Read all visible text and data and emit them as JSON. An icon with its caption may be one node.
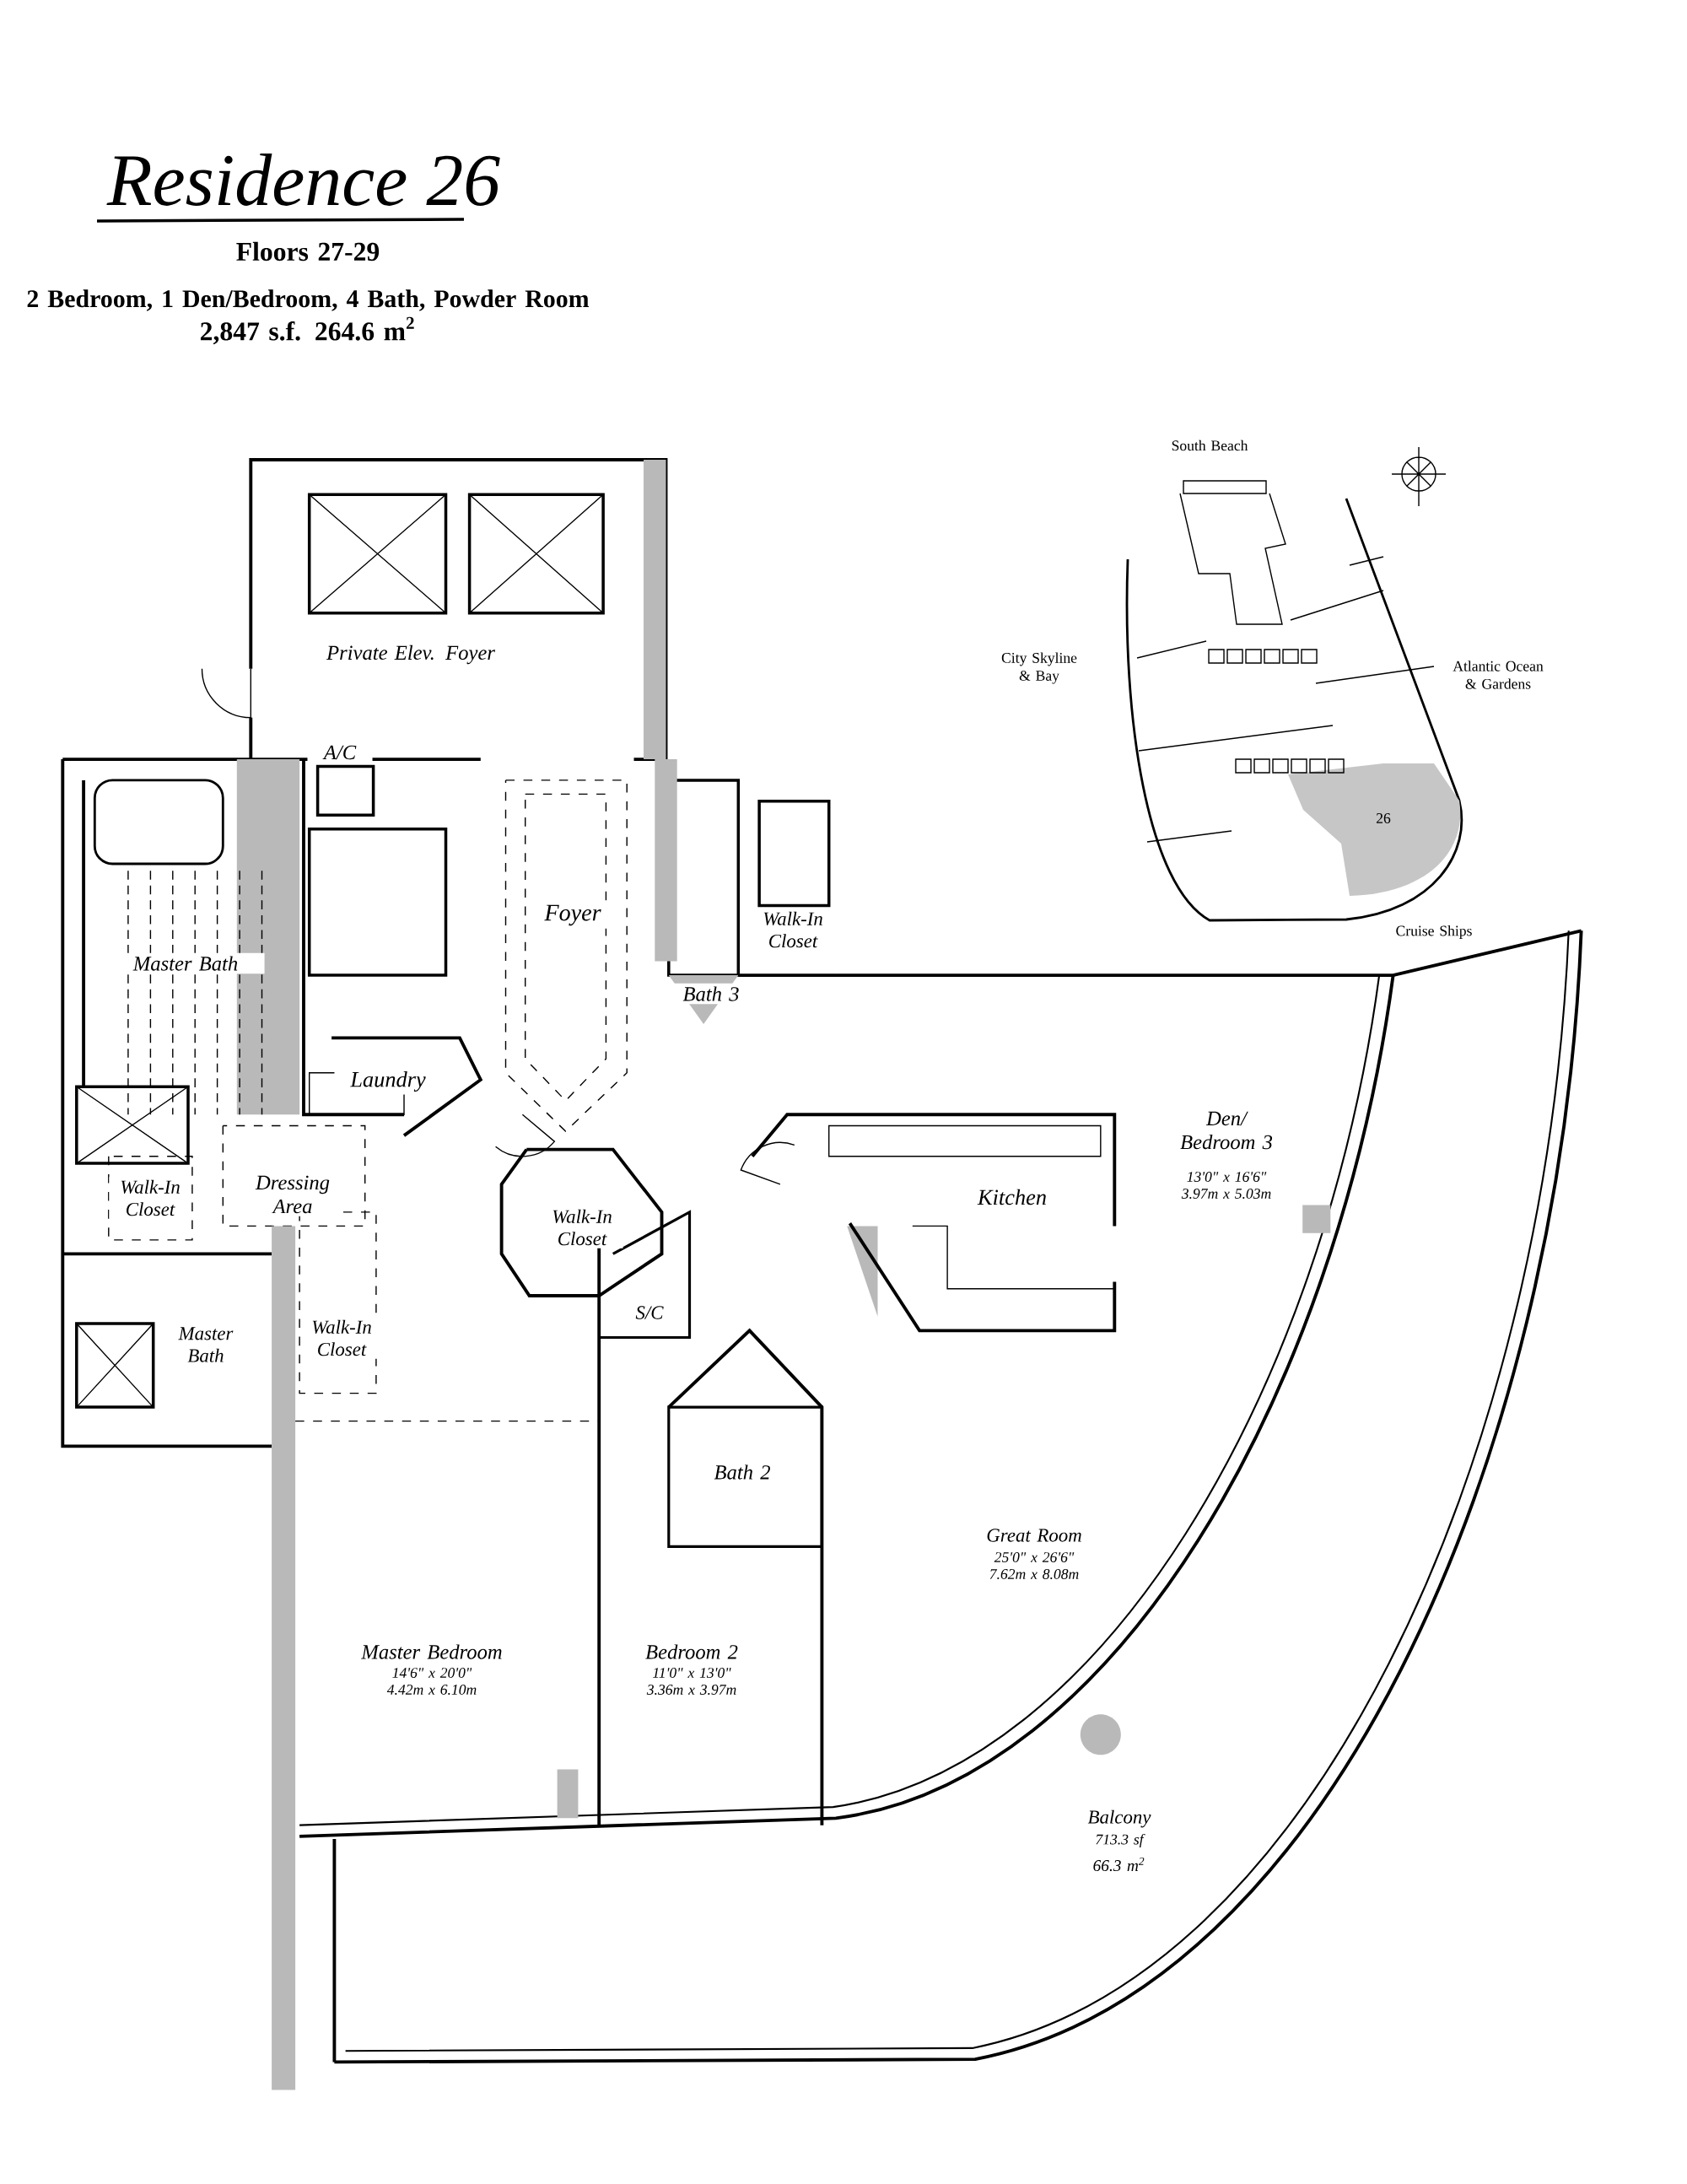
{
  "diagram": {
    "title": "Residence 26",
    "labels": [
      "Floors 27-29",
      "2 Bedroom, 1 Den/Bedroom, 4 Bath, Powder Room",
      "2,847 s.f. 264.6 m$^{2}$",
      "South Beach",
      "City Skyline & Bay",
      "Atlantic Ocean & Gardens",
      "26",
      "Cruise Ships",
      "Private Elev. Foyer",
      "A/C",
      "Foyer",
      "Walk-In Closet",
      "Master Bath",
      "Bath 3",
      "Laundry",
      "Den/ Bedroom 3",
      "13'0\" x 16'6\"",
      "3.97m x 5.03m",
      "Kitchen",
      "Walk-In Closet",
      "Dressing Area",
      "Walk-In Closet",
      "Master Bath",
      "Walk-In Closet",
      "S/C",
      "Bath 2",
      "Great Room",
      "25'0\" x 26'6\"",
      "7.62m x 8.08m",
      "Master Bedroom",
      "14'6\" x 20'0\"",
      "4.42m x 6.10m",
      "Bedroom 2",
      "11'0\" x 13'0\"",
      "3.36m x 3.97m",
      "Balcony",
      "713.3 sf",
      "66.3 m$^{2}$"
    ]
  }
}
